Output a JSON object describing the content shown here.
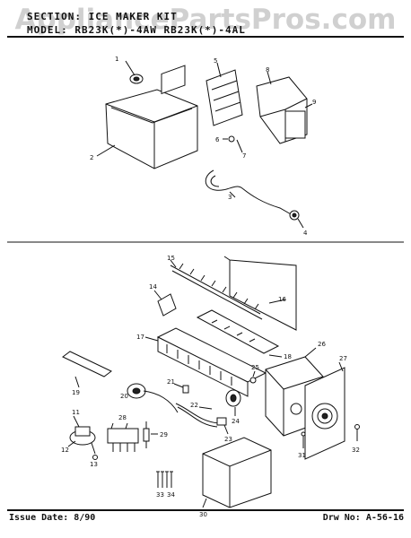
{
  "header": {
    "section_line": "SECTION: ICE MAKER KIT",
    "model_line": "MODEL: RB23K(*)-4AW  RB23K(*)-4AL",
    "watermark": "AppliancePartsPros.com"
  },
  "footer": {
    "issue_date": "Issue Date: 8/90",
    "drawing_number": "Drw No: A-56-16"
  },
  "callouts": [
    "1",
    "2",
    "3",
    "4",
    "5",
    "6",
    "7",
    "8",
    "9",
    "14",
    "15",
    "16",
    "17",
    "18",
    "19",
    "20",
    "21",
    "22",
    "23",
    "24",
    "25",
    "26",
    "27",
    "28",
    "29",
    "30",
    "31",
    "32",
    "33",
    "34",
    "11",
    "12",
    "13"
  ]
}
